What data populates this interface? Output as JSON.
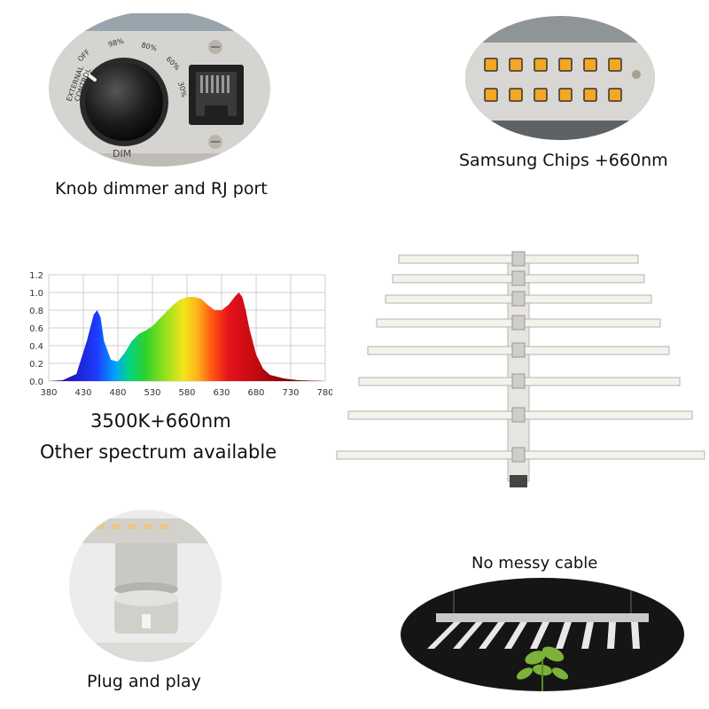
{
  "captions": {
    "knob": "Knob dimmer and RJ port",
    "chips": "Samsung Chips +660nm",
    "spectrum_line1": "3500K+660nm",
    "spectrum_line2": "Other spectrum available",
    "cable": "No messy cable",
    "plug": "Plug and play"
  },
  "knob_panel": {
    "ext_line1": "EXTERNAL",
    "ext_line2": "CONTROL",
    "off": "OFF",
    "p98": "98%",
    "p80": "80%",
    "p60": "60%",
    "p30": "30%",
    "dim": "DIM"
  },
  "chart_data": {
    "type": "area",
    "x": [
      380,
      400,
      420,
      435,
      445,
      450,
      455,
      460,
      470,
      480,
      490,
      500,
      510,
      520,
      530,
      540,
      550,
      560,
      570,
      580,
      590,
      600,
      610,
      620,
      630,
      640,
      650,
      655,
      660,
      665,
      670,
      680,
      690,
      700,
      720,
      740,
      760,
      780
    ],
    "values": [
      0,
      0.01,
      0.08,
      0.45,
      0.75,
      0.8,
      0.72,
      0.45,
      0.24,
      0.22,
      0.32,
      0.45,
      0.53,
      0.57,
      0.62,
      0.7,
      0.78,
      0.86,
      0.92,
      0.95,
      0.95,
      0.93,
      0.86,
      0.8,
      0.8,
      0.86,
      0.96,
      1.0,
      0.95,
      0.8,
      0.6,
      0.3,
      0.14,
      0.07,
      0.03,
      0.01,
      0.005,
      0
    ],
    "xticks": [
      "380",
      "430",
      "480",
      "530",
      "580",
      "630",
      "680",
      "730",
      "780"
    ],
    "yticks": [
      "0.0",
      "0.2",
      "0.4",
      "0.6",
      "0.8",
      "1.0",
      "1.2"
    ],
    "xlim": [
      380,
      780
    ],
    "ylim": [
      0,
      1.2
    ],
    "grid": true
  },
  "colors": {
    "chip": "#f5a623",
    "panel": "#d9d7d3",
    "bar": "#f3f2ec"
  }
}
